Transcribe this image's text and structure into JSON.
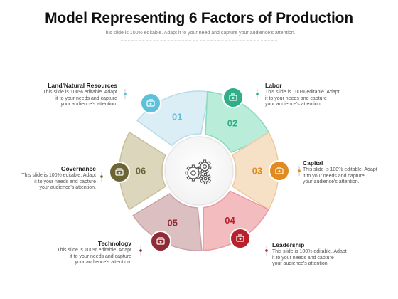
{
  "header": {
    "title": "Model Representing 6 Factors of Production",
    "subtitle": "This slide is 100% editable. Adapt it to your need and capture your audience's attention."
  },
  "segments": [
    {
      "number": "01",
      "name": "Land/Natural Resources",
      "icon": "factory-icon",
      "fill": "#dbeef5",
      "stroke": "#b7dde9",
      "circle": "#5fc0d9",
      "desc": [
        "This slide is 100% editable. Adapt",
        "it to your needs and capture",
        "your audience's attention."
      ]
    },
    {
      "number": "02",
      "name": "Labor",
      "icon": "people-group-icon",
      "fill": "#b9ecd9",
      "stroke": "#8bd9bf",
      "circle": "#2fae88",
      "desc": [
        "This slide is 100% editable. Adapt",
        "it to your needs and capture",
        "your audience's attention."
      ]
    },
    {
      "number": "03",
      "name": "Capital",
      "icon": "money-bag-icon",
      "fill": "#f7e1c6",
      "stroke": "#eccaa0",
      "circle": "#e08a20",
      "desc": [
        "This slide is 100% editable. Adapt",
        "it to your needs and capture",
        "your audience's attention."
      ]
    },
    {
      "number": "04",
      "name": "Leadership",
      "icon": "leader-icon",
      "fill": "#f3bcbf",
      "stroke": "#e89aa0",
      "circle": "#b8202c",
      "desc": [
        "This slide is 100% editable. Adapt",
        "it to your needs and capture",
        "your audience's attention."
      ]
    },
    {
      "number": "05",
      "name": "Technology",
      "icon": "network-icon",
      "fill": "#dcbfc1",
      "stroke": "#c9a3a6",
      "circle": "#8e2b35",
      "desc": [
        "This slide is 100% editable. Adapt",
        "it to your needs and capture",
        "your audience's attention."
      ]
    },
    {
      "number": "06",
      "name": "Governance",
      "icon": "government-building-icon",
      "fill": "#dcd6bd",
      "stroke": "#c7be9c",
      "circle": "#6c6435",
      "desc": [
        "This slide is 100% editable. Adapt",
        "it to your needs and capture",
        "your audience's attention."
      ]
    }
  ],
  "center": {
    "icon": "gears-icon"
  }
}
